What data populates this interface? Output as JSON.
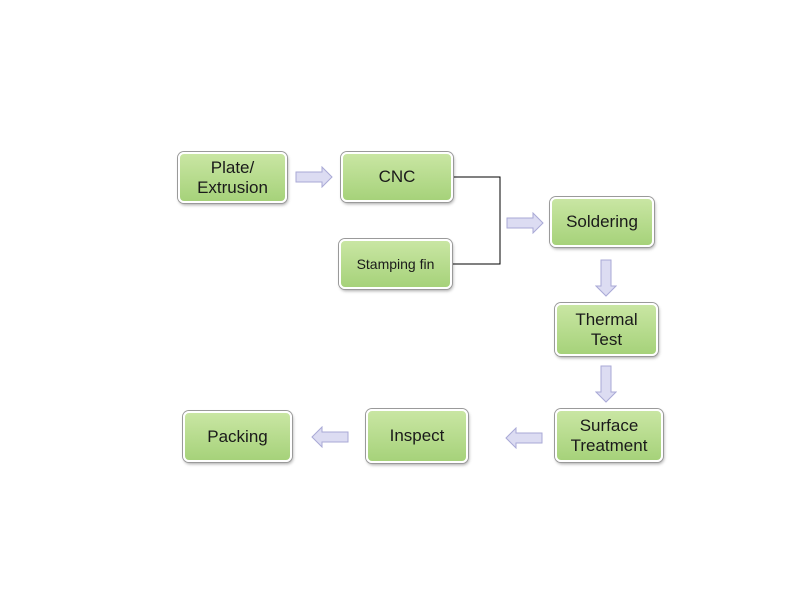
{
  "nodes": {
    "plate_extrusion": "Plate/ Extrusion",
    "cnc": "CNC",
    "stamping_fin": "Stamping fin",
    "soldering": "Soldering",
    "thermal_test": "Thermal Test",
    "surface_treatment": "Surface Treatment",
    "inspect": "Inspect",
    "packing": "Packing"
  },
  "colors": {
    "node_fill": "#b5dc8a",
    "arrow_fill": "#dcdcf2",
    "arrow_stroke": "#a9a9d6",
    "connector": "#000000"
  }
}
